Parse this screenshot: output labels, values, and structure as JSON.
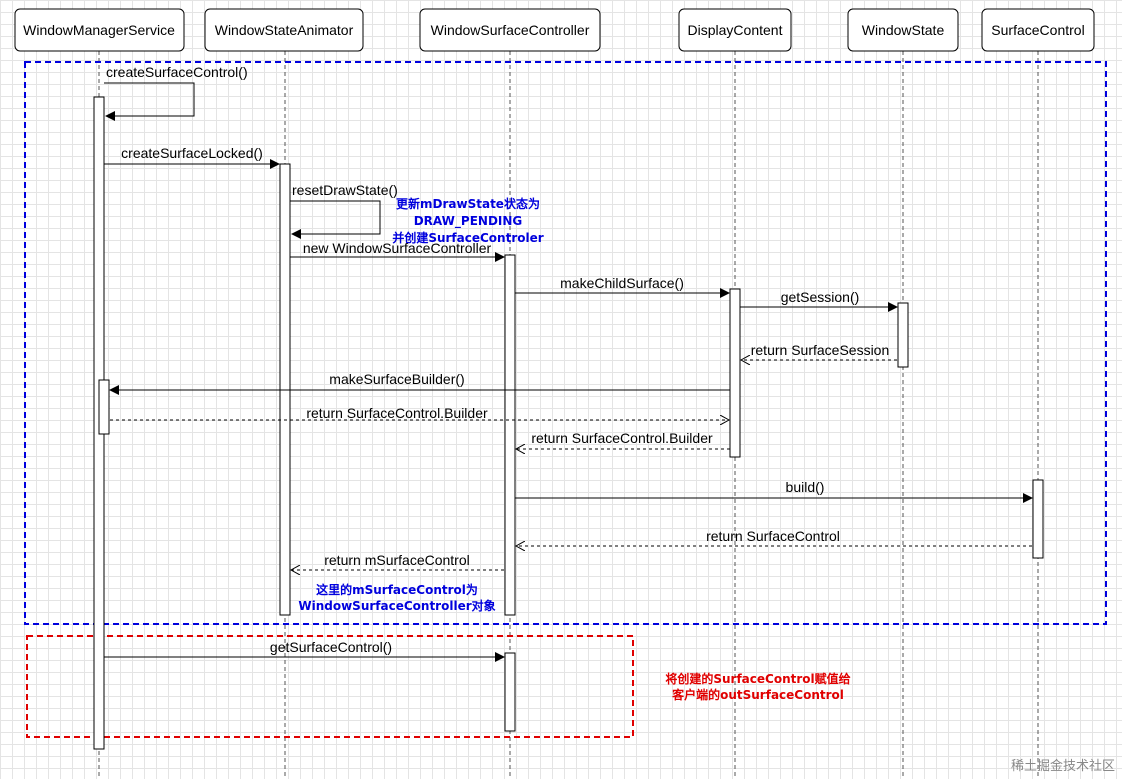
{
  "participants": [
    {
      "id": "wms",
      "label": "WindowManagerService"
    },
    {
      "id": "wsa",
      "label": "WindowStateAnimator"
    },
    {
      "id": "wsc",
      "label": "WindowSurfaceController"
    },
    {
      "id": "dc",
      "label": "DisplayContent"
    },
    {
      "id": "ws",
      "label": "WindowState"
    },
    {
      "id": "sc",
      "label": "SurfaceControl"
    }
  ],
  "messages": [
    {
      "label": "createSurfaceControl()",
      "from": "wms",
      "to": "wms",
      "kind": "self"
    },
    {
      "label": "createSurfaceLocked()",
      "from": "wms",
      "to": "wsa",
      "kind": "call"
    },
    {
      "label": "resetDrawState()",
      "from": "wsa",
      "to": "wsa",
      "kind": "self"
    },
    {
      "label": "new WindowSurfaceController",
      "from": "wsa",
      "to": "wsc",
      "kind": "call"
    },
    {
      "label": "makeChildSurface()",
      "from": "wsc",
      "to": "dc",
      "kind": "call"
    },
    {
      "label": "getSession()",
      "from": "dc",
      "to": "ws",
      "kind": "call"
    },
    {
      "label": "return SurfaceSession",
      "from": "ws",
      "to": "dc",
      "kind": "return"
    },
    {
      "label": "makeSurfaceBuilder()",
      "from": "dc",
      "to": "wms",
      "kind": "call"
    },
    {
      "label": "return SurfaceControl.Builder",
      "from": "wms",
      "to": "dc",
      "kind": "return"
    },
    {
      "label": "return SurfaceControl.Builder",
      "from": "dc",
      "to": "wsc",
      "kind": "return"
    },
    {
      "label": "build()",
      "from": "wsc",
      "to": "sc",
      "kind": "call"
    },
    {
      "label": "return SurfaceControl",
      "from": "sc",
      "to": "wsc",
      "kind": "return"
    },
    {
      "label": "return mSurfaceControl",
      "from": "wsc",
      "to": "wsa",
      "kind": "return"
    },
    {
      "label": "getSurfaceControl()",
      "from": "wms",
      "to": "wsc",
      "kind": "call"
    }
  ],
  "notes": {
    "reset_draw_state": [
      "更新mDrawState状态为",
      "DRAW_PENDING",
      "并创建SurfaceControler"
    ],
    "msurface_control": [
      "这里的mSurfaceControl为",
      "WindowSurfaceController对象"
    ],
    "assign_out": [
      "将创建的SurfaceControl赋值给",
      "客户端的outSurfaceControl"
    ]
  },
  "colors": {
    "frame_main": "#0000dd",
    "frame_secondary": "#e00000",
    "note_blue": "#0000dd",
    "note_red": "#e00000"
  },
  "watermark": "稀土掘金技术社区"
}
